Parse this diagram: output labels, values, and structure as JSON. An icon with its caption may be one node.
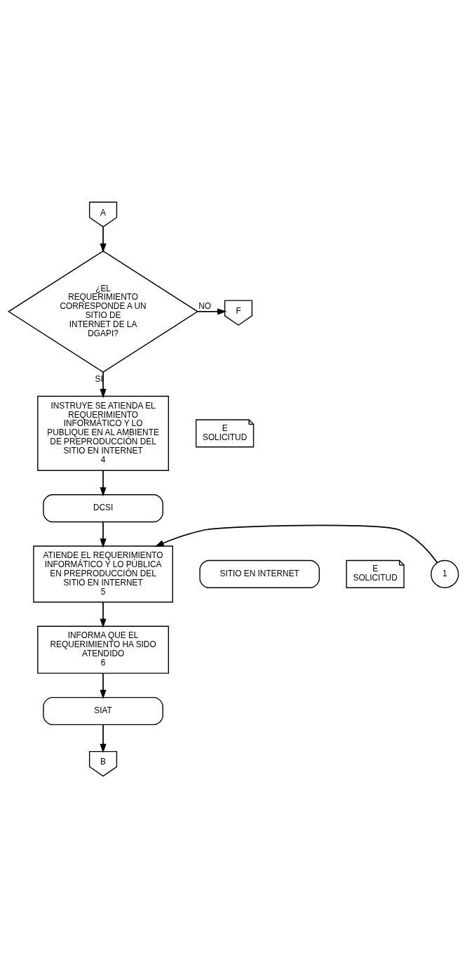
{
  "diagram": {
    "nodes": [
      {
        "text": [
          "A"
        ]
      },
      {
        "text": [
          "¿EL REQUERIMIENTO CORRESPONDE A UN SITIO DE INTERNET DE LA DGAPI?"
        ]
      },
      {
        "text": [
          "F"
        ]
      },
      {
        "text": [
          "INSTRUYE SE ATIENDA EL REQUERIMIENTO INFORMÁTICO Y LO PUBLIQUE EN AL AMBIENTE DE PREPRODUCCIÓN DEL SITIO EN INTERNET",
          "4"
        ]
      },
      {
        "text": [
          "E",
          "SOLICITUD"
        ]
      },
      {
        "text": [
          "DCSI"
        ]
      },
      {
        "text": [
          "ATIENDE EL REQUERIMIENTO INFORMÁTICO Y LO PÚBLICA EN PREPRODUCCIÓN DEL SITIO EN INTERNET",
          "5"
        ]
      },
      {
        "text": [
          "1"
        ]
      },
      {
        "text": [
          "E",
          "SOLICITUD"
        ]
      },
      {
        "text": [
          "SITIO EN INTERNET"
        ]
      },
      {
        "text": [
          "INFORMA QUE EL REQUERIMIENTO HA SIDO ATENDIDO",
          "6"
        ]
      },
      {
        "text": [
          "SIAT"
        ]
      },
      {
        "text": [
          "B"
        ]
      }
    ],
    "edges": [
      {
        "from": 0,
        "to": 1,
        "arrow": "to"
      },
      {
        "from": 1,
        "to": 2,
        "arrow": "to",
        "label": "NO"
      },
      {
        "from": 1,
        "to": 3,
        "arrow": "to",
        "label": "SI"
      },
      {
        "from": 3,
        "to": 5,
        "arrow": "to"
      },
      {
        "from": 5,
        "to": 6,
        "arrow": "to"
      },
      {
        "from": 7,
        "to": 6,
        "arrow": "to"
      },
      {
        "from": 6,
        "to": 10,
        "arrow": "to"
      },
      {
        "from": 10,
        "to": 11,
        "arrow": "to"
      },
      {
        "from": 11,
        "to": 12,
        "arrow": "to"
      }
    ]
  }
}
